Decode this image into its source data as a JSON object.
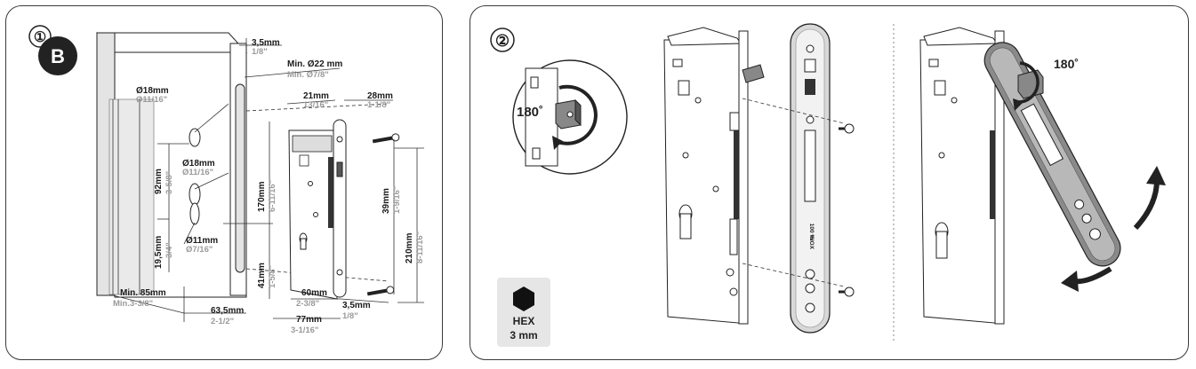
{
  "step1": {
    "step_number": "①",
    "variant_letter": "B",
    "dims": {
      "plate_thickness": {
        "mm": "3,5mm",
        "in": "1/8\""
      },
      "min_hole": {
        "mm": "Min. Ø22 mm",
        "in": "Min. Ø7/8\""
      },
      "body_depth": {
        "mm": "21mm",
        "in": "13/16\""
      },
      "plate_depth": {
        "mm": "28mm",
        "in": "1-1/8\""
      },
      "hole_top": {
        "mm": "Ø18mm",
        "in": "Ø11/16\""
      },
      "hole_mid": {
        "mm": "Ø18mm",
        "in": "Ø11/16\""
      },
      "hole_cyl": {
        "mm": "Ø11mm",
        "in": "Ø7/16\""
      },
      "spacing": {
        "mm": "92mm",
        "in": "3-5/8\""
      },
      "bottom_offset": {
        "mm": "19,5mm",
        "in": "3/4\""
      },
      "height_170": {
        "mm": "170mm",
        "in": "6-11/16\""
      },
      "height_41": {
        "mm": "41mm",
        "in": "1-5/8\""
      },
      "screw_39": {
        "mm": "39mm",
        "in": "1-9/16\""
      },
      "total_210": {
        "mm": "210mm",
        "in": "8-11/16\""
      },
      "min_85": {
        "mm": "Min. 85mm",
        "in": "Min.3-3/8\""
      },
      "backset_63": {
        "mm": "63,5mm",
        "in": "2-1/2\""
      },
      "width_60": {
        "mm": "60mm",
        "in": "2-3/8\""
      },
      "width_77": {
        "mm": "77mm",
        "in": "3-1/16\""
      },
      "faceplate_35": {
        "mm": "3,5mm",
        "in": "1/8\""
      }
    }
  },
  "step2": {
    "step_number": "②",
    "rotation_zoom": "180˚",
    "rotation_main": "180˚",
    "faceplate_text_1": "100 %",
    "faceplate_text_2": "INOX",
    "tool": {
      "icon": "hex-key-icon",
      "label_1": "HEX",
      "label_2": "3 mm"
    }
  }
}
